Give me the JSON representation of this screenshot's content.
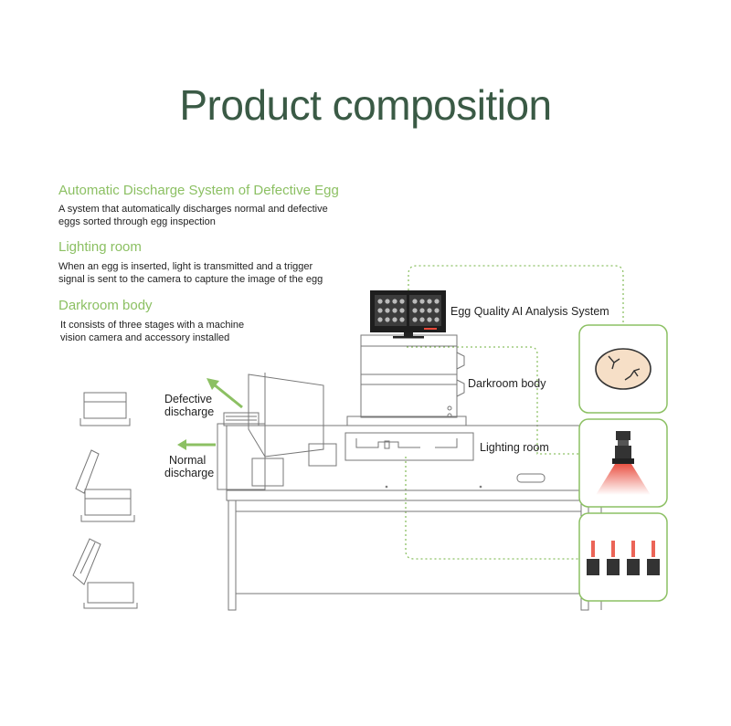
{
  "title": "Product composition",
  "sections": [
    {
      "heading": "Automatic Discharge System of Defective Egg",
      "line1": "A system that automatically discharges normal and defective",
      "line2": "eggs sorted through egg inspection"
    },
    {
      "heading": "Lighting room",
      "line1": "When an egg is inserted, light is transmitted and a trigger",
      "line2": "signal is sent to the camera to capture the image of the egg"
    },
    {
      "heading": "Darkroom body",
      "line1": "It consists of three stages with a machine",
      "line2": "vision camera and accessory installed"
    }
  ],
  "labels": {
    "analysis_system": "Egg Quality AI Analysis System",
    "darkroom": "Darkroom body",
    "lighting": "Lighting room",
    "defective_1": "Defective",
    "defective_2": "discharge",
    "normal_1": "Normal",
    "normal_2": "discharge"
  },
  "colors": {
    "title": "#3a5a45",
    "accent_green": "#8cc063",
    "line_gray": "#777777",
    "led_red": "#e8493a"
  },
  "icons": [
    "egg-crack-icon",
    "camera-light-icon",
    "led-array-icon",
    "monitor-icon"
  ]
}
